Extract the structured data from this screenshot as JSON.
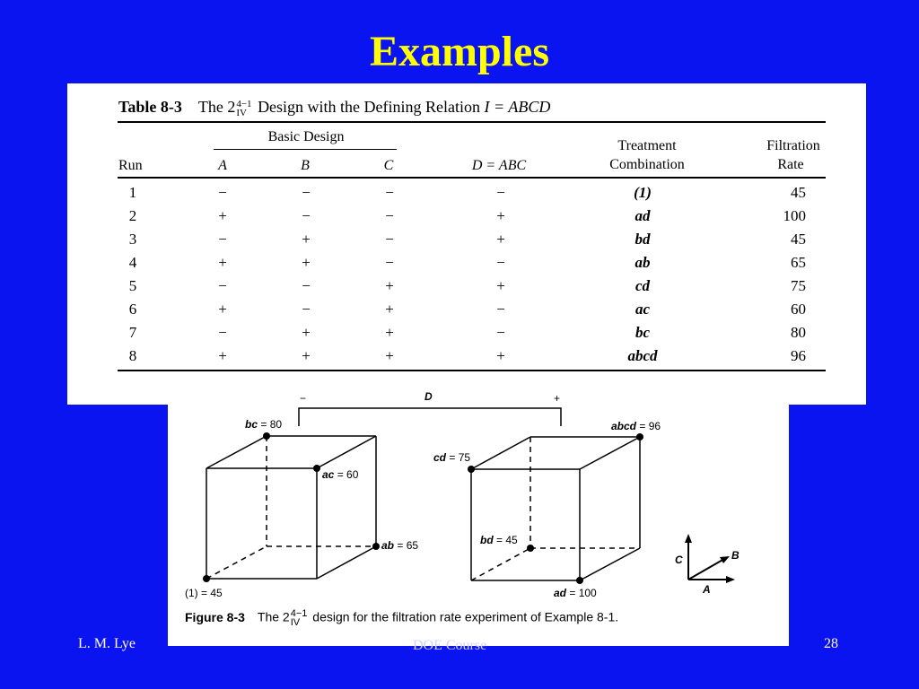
{
  "slide": {
    "title": "Examples",
    "footer_left": "L. M. Lye",
    "footer_center": "DOE Course",
    "footer_right": "28"
  },
  "table": {
    "number": "Table 8-3",
    "caption_pre": "The 2",
    "caption_sup": "4−1",
    "caption_sub": "IV",
    "caption_post": " Design with the Defining Relation ",
    "caption_relation": "I = ABCD",
    "group_header": "Basic Design",
    "headers": {
      "run": "Run",
      "a": "A",
      "b": "B",
      "c": "C",
      "d": "D = ABC",
      "treatment_1": "Treatment",
      "treatment_2": "Combination",
      "rate_1": "Filtration",
      "rate_2": "Rate"
    },
    "rows": [
      {
        "run": "1",
        "a": "−",
        "b": "−",
        "c": "−",
        "d": "−",
        "tc": "(1)",
        "rate": "45"
      },
      {
        "run": "2",
        "a": "+",
        "b": "−",
        "c": "−",
        "d": "+",
        "tc": "ad",
        "rate": "100"
      },
      {
        "run": "3",
        "a": "−",
        "b": "+",
        "c": "−",
        "d": "+",
        "tc": "bd",
        "rate": "45"
      },
      {
        "run": "4",
        "a": "+",
        "b": "+",
        "c": "−",
        "d": "−",
        "tc": "ab",
        "rate": "65"
      },
      {
        "run": "5",
        "a": "−",
        "b": "−",
        "c": "+",
        "d": "+",
        "tc": "cd",
        "rate": "75"
      },
      {
        "run": "6",
        "a": "+",
        "b": "−",
        "c": "+",
        "d": "−",
        "tc": "ac",
        "rate": "60"
      },
      {
        "run": "7",
        "a": "−",
        "b": "+",
        "c": "+",
        "d": "−",
        "tc": "bc",
        "rate": "80"
      },
      {
        "run": "8",
        "a": "+",
        "b": "+",
        "c": "+",
        "d": "+",
        "tc": "abcd",
        "rate": "96"
      }
    ]
  },
  "figure": {
    "d_label": "D",
    "d_minus": "−",
    "d_plus": "+",
    "labels": {
      "bc": {
        "name": "bc",
        "value": " = 80"
      },
      "ac": {
        "name": "ac",
        "value": " = 60"
      },
      "ab": {
        "name": "ab",
        "value": " = 65"
      },
      "one": {
        "name": "(1)",
        "value": " = 45"
      },
      "abcd": {
        "name": "abcd",
        "value": " = 96"
      },
      "cd": {
        "name": "cd",
        "value": " = 75"
      },
      "bd": {
        "name": "bd",
        "value": " = 45"
      },
      "ad": {
        "name": "ad",
        "value": " = 100"
      }
    },
    "axes": {
      "a": "A",
      "b": "B",
      "c": "C"
    },
    "caption_number": "Figure 8-3",
    "caption_pre": "The 2",
    "caption_sup": "4−1",
    "caption_sub": "IV",
    "caption_post": " design for the filtration rate experiment of Example 8-1."
  }
}
